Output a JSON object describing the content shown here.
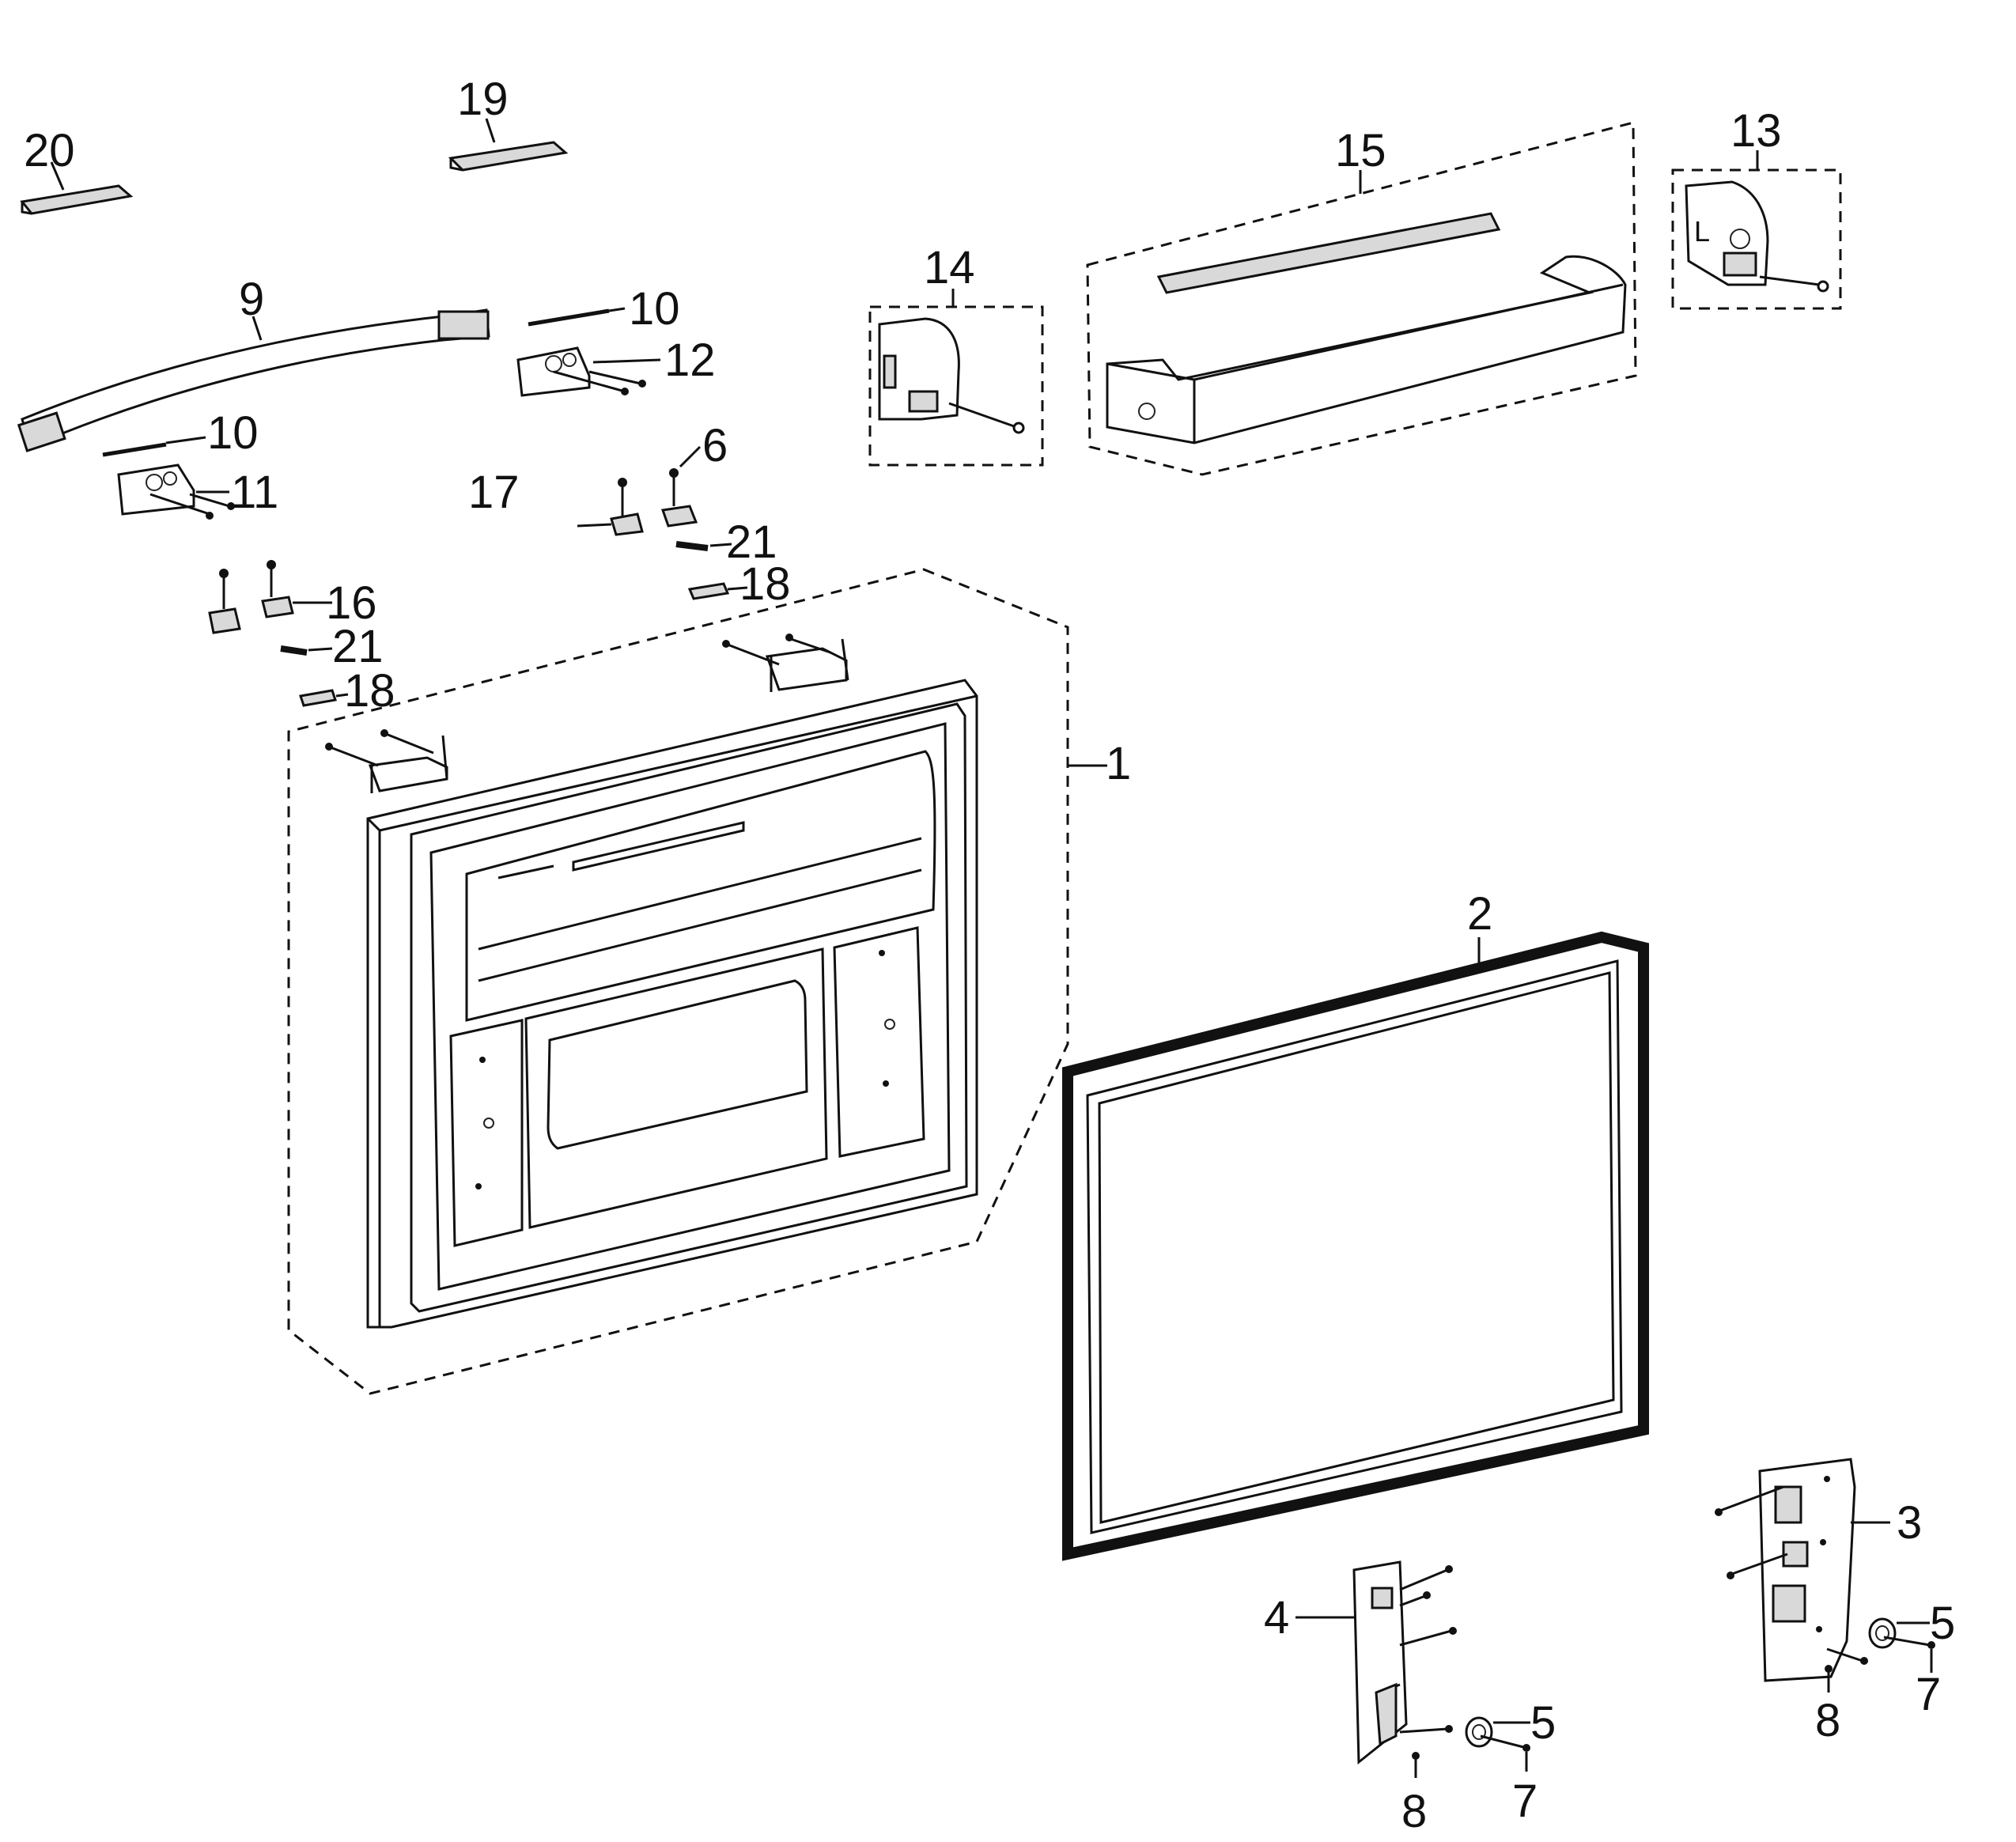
{
  "callouts": {
    "c1": "1",
    "c2": "2",
    "c3": "3",
    "c4": "4",
    "c5a": "5",
    "c5b": "5",
    "c6": "6",
    "c7a": "7",
    "c7b": "7",
    "c8a": "8",
    "c8b": "8",
    "c9": "9",
    "c10a": "10",
    "c10b": "10",
    "c11": "11",
    "c12": "12",
    "c13": "13",
    "c14": "14",
    "c15": "15",
    "c16": "16",
    "c17": "17",
    "c18a": "18",
    "c18b": "18",
    "c19": "19",
    "c20": "20",
    "c21a": "21",
    "c21b": "21"
  },
  "part_marks": {
    "cover_letter": "L"
  }
}
